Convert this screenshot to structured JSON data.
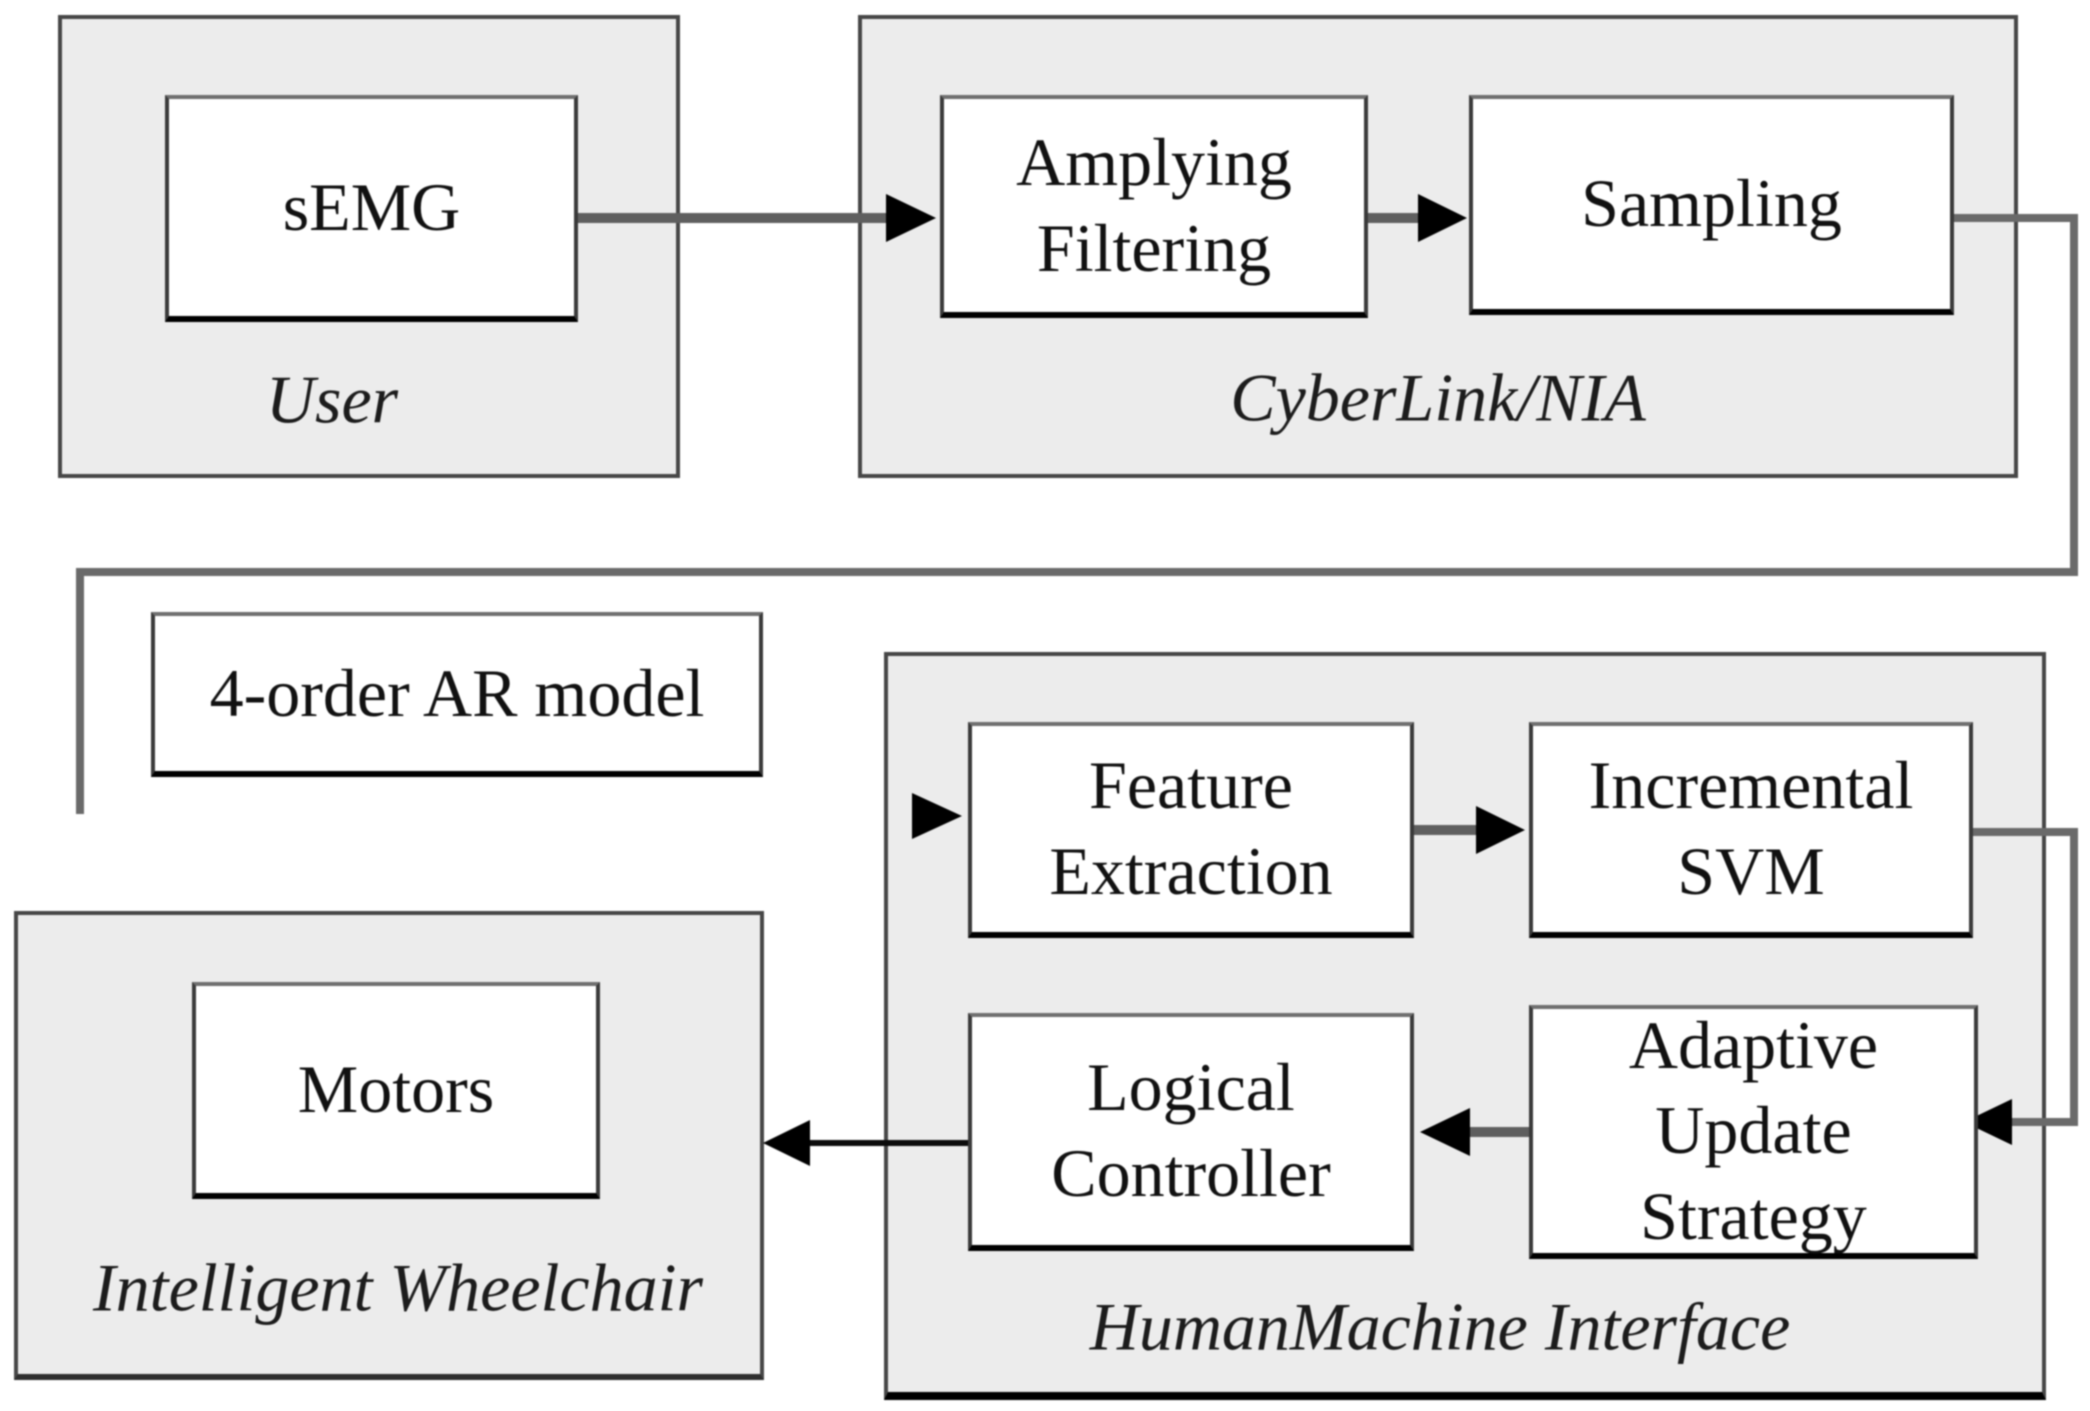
{
  "containers": {
    "user": {
      "label": "User"
    },
    "cyberlink": {
      "label": "CyberLink/NIA"
    },
    "hmi": {
      "label": "HumanMachine Interface"
    },
    "wheelchair": {
      "label": "Intelligent Wheelchair"
    }
  },
  "nodes": {
    "semg": {
      "label": "sEMG"
    },
    "amplifying": {
      "label": "Amplying\nFiltering"
    },
    "sampling": {
      "label": "Sampling"
    },
    "ar_model": {
      "label": "4-order AR model"
    },
    "feature": {
      "label": "Feature\nExtraction"
    },
    "svm": {
      "label": "Incremental\nSVM"
    },
    "adaptive": {
      "label": "Adaptive\nUpdate\nStrategy"
    },
    "logical": {
      "label": "Logical\nController"
    },
    "motors": {
      "label": "Motors"
    }
  },
  "edges": [
    {
      "from": "sEMG",
      "to": "Amplying Filtering"
    },
    {
      "from": "Amplying Filtering",
      "to": "Sampling"
    },
    {
      "from": "Sampling",
      "to": "Feature Extraction"
    },
    {
      "from": "Feature Extraction",
      "to": "Incremental SVM"
    },
    {
      "from": "Incremental SVM",
      "to": "Adaptive Update Strategy"
    },
    {
      "from": "Adaptive Update Strategy",
      "to": "Logical Controller"
    },
    {
      "from": "Logical Controller",
      "to": "Intelligent Wheelchair"
    }
  ],
  "colors": {
    "container_fill": "#ececec",
    "container_border": "#474747",
    "node_fill": "#ffffff",
    "node_border": "#2a2a2a",
    "connector": "#5f5f5f",
    "arrowhead": "#000000",
    "text": "#111111"
  }
}
